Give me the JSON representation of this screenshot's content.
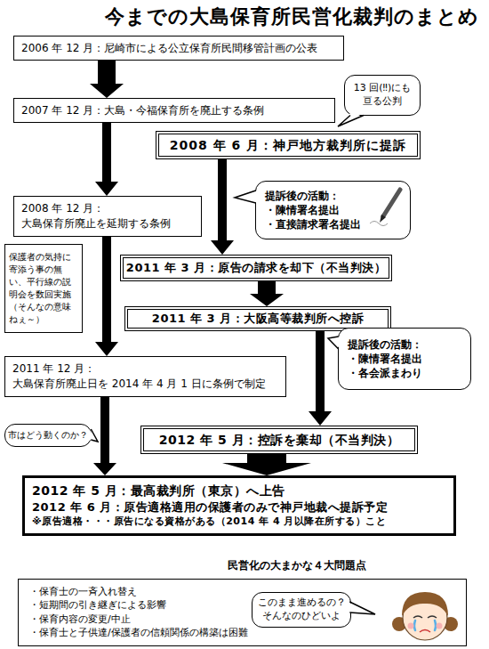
{
  "diagram": {
    "title": "今までの大島保育所民営化裁判のまとめ",
    "nodes": [
      {
        "text": [
          "2006 年 12 月：尼崎市による公立保育所民間移管計画の公表"
        ]
      },
      {
        "text": [
          "2007 年 12 月：大島・今福保育所を廃止する条例"
        ]
      },
      {
        "text": [
          "13 回(‼)にも亘る公判"
        ]
      },
      {
        "text": [
          "2008 年 6 月：神戸地方裁判所に提訴"
        ]
      },
      {
        "text": [
          "2008 年 12 月：",
          "大島保育所廃止を延期する条例"
        ]
      },
      {
        "text": [
          "提訴後の活動：",
          "・陳情署名提出",
          "・直接請求署名提出"
        ]
      },
      {
        "text": [
          "保護者の気持に寄添う事の無い、平行線の説明会を数回実施（そんなの意味ねぇ～）"
        ]
      },
      {
        "text": [
          "2011 年 3 月：原告の請求を却下（不当判決）"
        ]
      },
      {
        "text": [
          "2011 年 3 月：大阪高等裁判所へ控訴"
        ]
      },
      {
        "text": [
          "提訴後の活動：",
          "・陳情署名提出",
          "・各会派まわり"
        ]
      },
      {
        "text": [
          "2011 年 12 月：",
          "大島保育所廃止日を 2014 年 4 月 1 日に条例で制定"
        ]
      },
      {
        "text": [
          "市はどう動くのか？"
        ]
      },
      {
        "text": [
          "2012 年 5 月：控訴を棄却（不当判決）"
        ]
      },
      {
        "text": [
          "2012 年 5 月：最高裁判所（東京）へ上告",
          "2012 年 6 月：原告適格適用の保護者のみで神戸地裁へ提訴予定",
          "※原告適格・・・原告になる資格がある（2014 年 4 月以降在所する）こと"
        ]
      },
      {
        "text": [
          "民営化の大まかな４大問題点",
          "・保育士の一斉入れ替え",
          "・短期間の引き継ぎによる影響",
          "・保育内容の変更/中止",
          "・保育士と子供達/保護者の信頼関係の構築は困難"
        ]
      },
      {
        "text": [
          "このまま進めるの？ そんなのひどいよ"
        ],
        "in": 14
      }
    ],
    "edges": [
      {
        "from": 0,
        "to": 1,
        "arrow": "to"
      },
      {
        "from": 1,
        "to": 4,
        "arrow": "to"
      },
      {
        "from": 3,
        "to": 7,
        "arrow": "to"
      },
      {
        "from": 4,
        "to": 10,
        "arrow": "to"
      },
      {
        "from": 7,
        "to": 8,
        "arrow": "to"
      },
      {
        "from": 8,
        "to": 12,
        "arrow": "to"
      },
      {
        "from": 10,
        "to": 13,
        "arrow": "to"
      },
      {
        "from": 12,
        "to": 13,
        "arrow": "to"
      }
    ]
  }
}
